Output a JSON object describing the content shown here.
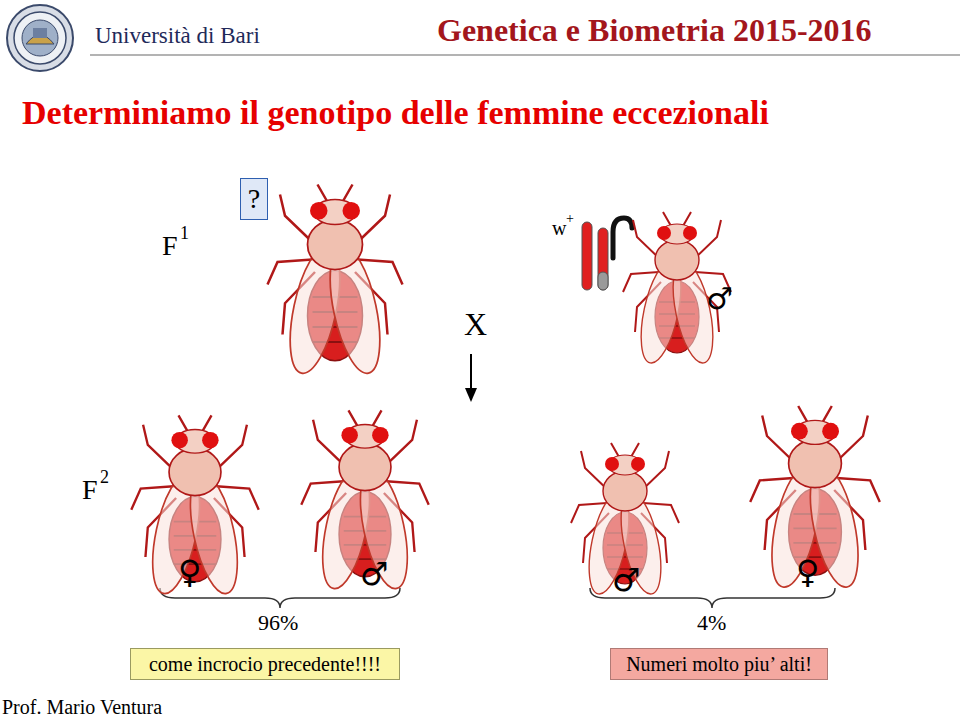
{
  "diagram": {
    "title": "Determiniamo il genotipo delle femmine eccezionali",
    "nodes": [
      {
        "text": [
          "?"
        ]
      },
      {
        "text": [
          "come incrocio precedente!!!!"
        ]
      },
      {
        "text": [
          "Numeri molto piu’ alti!"
        ]
      }
    ],
    "labels": [
      "Università di Bari",
      "Genetica e Biometria 2015-2016",
      "F",
      "1",
      "X",
      "w",
      "+",
      "♂",
      "F",
      "2",
      "♀",
      "♂",
      "♂",
      "♀",
      "96%",
      "4%",
      "Prof. Mario Ventura"
    ]
  }
}
